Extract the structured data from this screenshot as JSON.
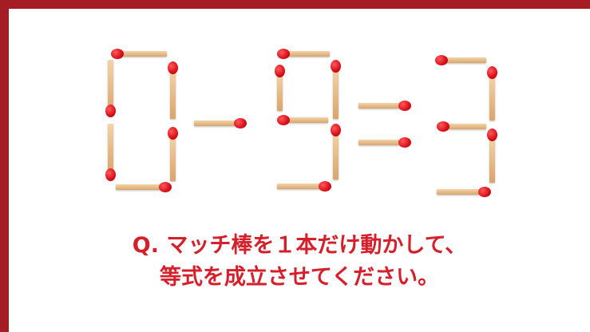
{
  "puzzle": {
    "equation_left_digit": "0",
    "operator": "-",
    "equation_right_digit": "9",
    "equals": "=",
    "result_digit": "3",
    "frame_color": "#a61c24",
    "match_head_color": "#d90f1a",
    "text_color": "#d51f2a"
  },
  "question": {
    "line1": "Q. マッチ棒を１本だけ動かして、",
    "line2": "等式を成立させてください。"
  }
}
